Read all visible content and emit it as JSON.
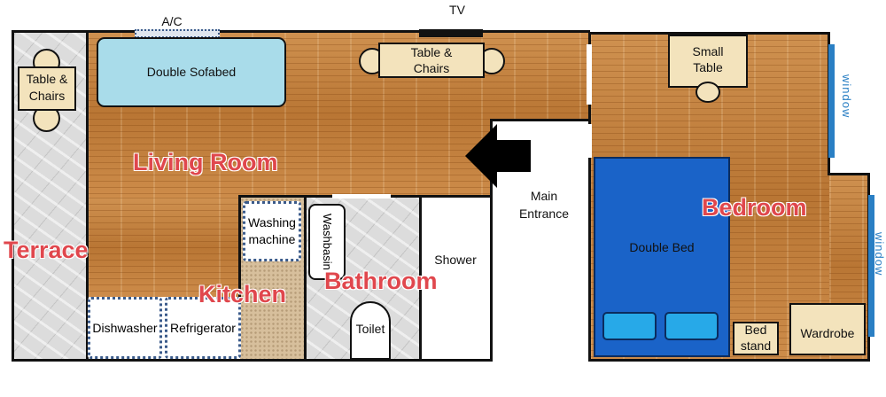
{
  "labels": {
    "ac": "A/C",
    "tv": "TV",
    "window_top": "window",
    "window_right": "window",
    "main_entrance": "Main\nEntrance"
  },
  "rooms": {
    "living_room": "Living Room",
    "terrace": "Terrace",
    "kitchen": "Kitchen",
    "bathroom": "Bathroom",
    "bedroom": "Bedroom"
  },
  "furniture": {
    "double_sofabed": "Double Sofabed",
    "table_chairs_terrace": "Table &\nChairs",
    "table_chairs_living": "Table &\nChairs",
    "small_table": "Small\nTable",
    "washing_machine": "Washing\nmachine",
    "washbasin": "Washbasin",
    "shower": "Shower",
    "dishwasher": "Dishwasher",
    "refrigerator": "Refrigerator",
    "toilet": "Toilet",
    "double_bed": "Double Bed",
    "bed_stand": "Bed\nstand",
    "wardrobe": "Wardrobe"
  },
  "colors": {
    "room_label": "#e0474d",
    "bed": "#1a63c8",
    "pillow": "#27a9e8",
    "sofabed": "#a9dcea",
    "window": "#2a7fc4"
  }
}
